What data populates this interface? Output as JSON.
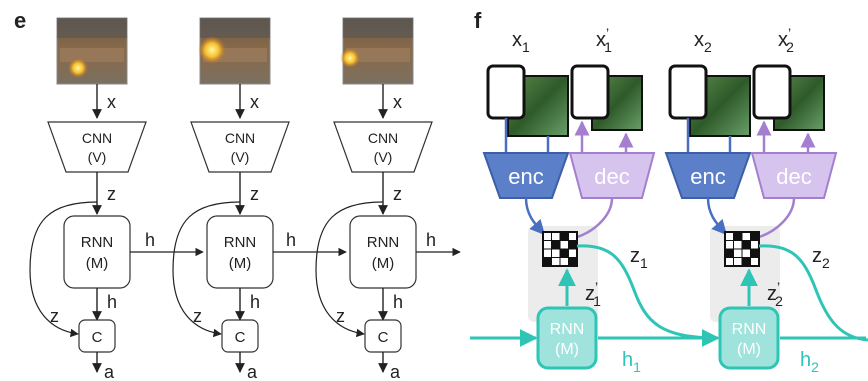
{
  "panel_e": {
    "label": "e",
    "frame_label": "x",
    "cnn": [
      "CNN",
      "(V)"
    ],
    "z_label": "z",
    "rnn": [
      "RNN",
      "(M)"
    ],
    "h_label": "h",
    "controller": "C",
    "action_label": "a"
  },
  "panel_f": {
    "label": "f",
    "top_labels": [
      "x",
      "1",
      "x",
      "’",
      "1",
      "x",
      "2",
      "x",
      "’",
      "2"
    ],
    "enc": "enc",
    "dec": "dec",
    "z1": [
      "z",
      "1"
    ],
    "z1p": [
      "z",
      "’",
      "1"
    ],
    "z2": [
      "z",
      "2"
    ],
    "z2p": [
      "z",
      "’",
      "2"
    ],
    "rnn": [
      "RNN",
      "(M)"
    ],
    "h1": [
      "h",
      "1"
    ],
    "h2": [
      "h",
      "2"
    ]
  },
  "colors": {
    "enc": "#5b7fc8",
    "dec": "#b89ad9",
    "teal": "#2ec4b6",
    "grey_bg": "#ececec"
  }
}
